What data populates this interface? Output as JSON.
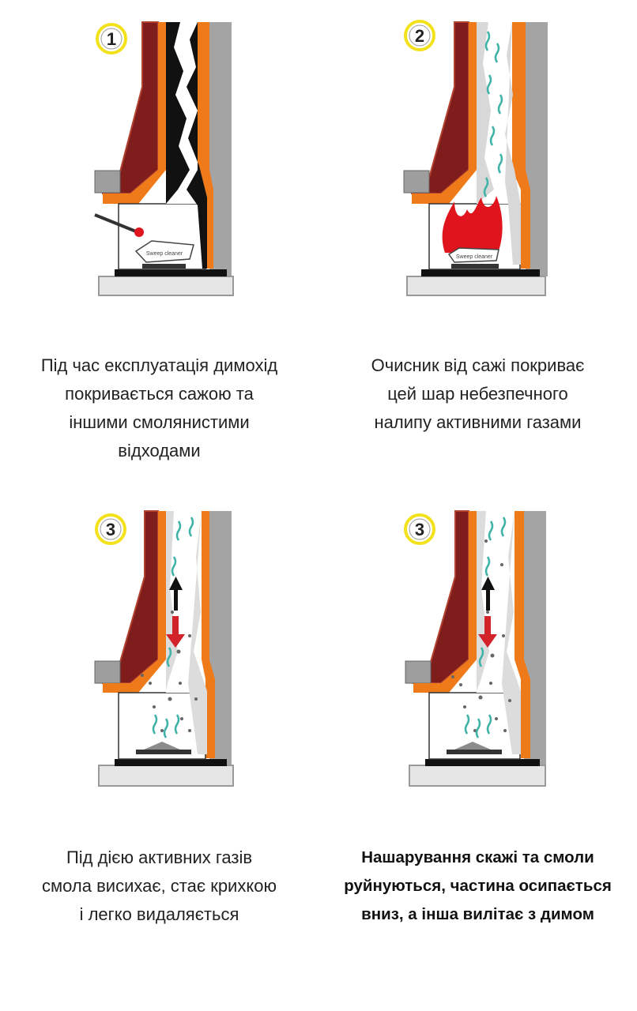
{
  "colors": {
    "brick": "#7f1d1d",
    "brick_edge": "#b3412f",
    "liner": "#ef7a1a",
    "wall_grey": "#a4a4a4",
    "soot": "#111111",
    "flame": "#e0141d",
    "gas": "#3fb3a8",
    "badge_ring": "#f3e21b",
    "arrow_up": "#111111",
    "arrow_down": "#d2232a"
  },
  "panels": [
    {
      "badge": "1",
      "log_label": "Sweep cleaner",
      "caption_lines": [
        "Під час експлуатація димохід",
        "покривається сажою та",
        "іншими смолянистими",
        "відходами"
      ]
    },
    {
      "badge": "2",
      "log_label": "Sweep cleaner",
      "caption_lines": [
        "Очисник від сажі покриває",
        "цей шар небезпечного",
        "налипу активними газами"
      ]
    },
    {
      "badge": "3",
      "caption_lines": [
        "Під дією активних газів",
        "смола висихає, стає крихкою",
        "і легко видаляється"
      ]
    },
    {
      "badge": "3",
      "caption_lines": [
        "Нашарування скажі та смоли",
        "руйнуються, частина осипається",
        "вниз, а інша вилітає з димом"
      ]
    }
  ]
}
